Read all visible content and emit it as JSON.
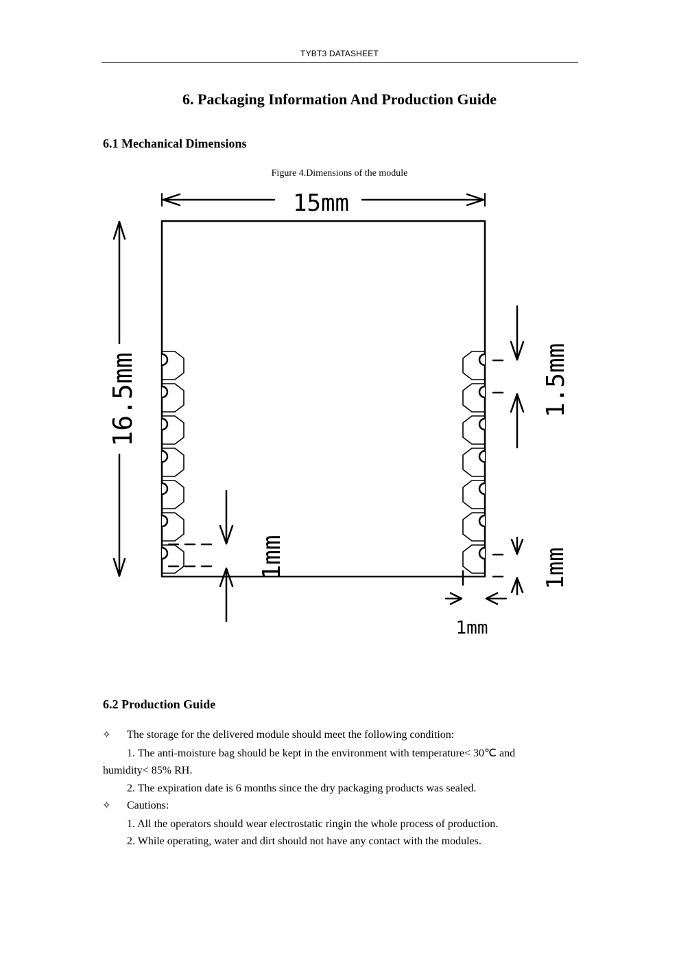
{
  "header": {
    "title": "TYBT3 DATASHEET"
  },
  "chapter": {
    "title": "6. Packaging Information And Production Guide"
  },
  "section_1": {
    "title": "6.1 Mechanical Dimensions",
    "figure_caption": "Figure 4.Dimensions of the module",
    "dimensions": {
      "width": "15mm",
      "height": "16.5mm",
      "pin_pitch": "1.5mm",
      "bottom_offset_left": "1mm",
      "bottom_offset_right": "1mm",
      "side_offset": "1mm"
    }
  },
  "section_2": {
    "title": "6.2 Production Guide",
    "bullet_symbol": "✧",
    "storage_intro": "The storage for the delivered module should meet the following condition:",
    "storage_item1_line1": "1.  The anti-moisture bag should be kept in the environment with temperature< 30℃ and",
    "storage_item1_line2": "humidity< 85% RH.",
    "storage_item2": "2. The expiration date is 6 months since the dry packaging products was sealed.",
    "cautions_intro": "Cautions:",
    "caution_item1": "1. All the operators should wear electrostatic ringin the whole process of production.",
    "caution_item2": "2. While operating, water and dirt should not have any contact with the modules."
  }
}
